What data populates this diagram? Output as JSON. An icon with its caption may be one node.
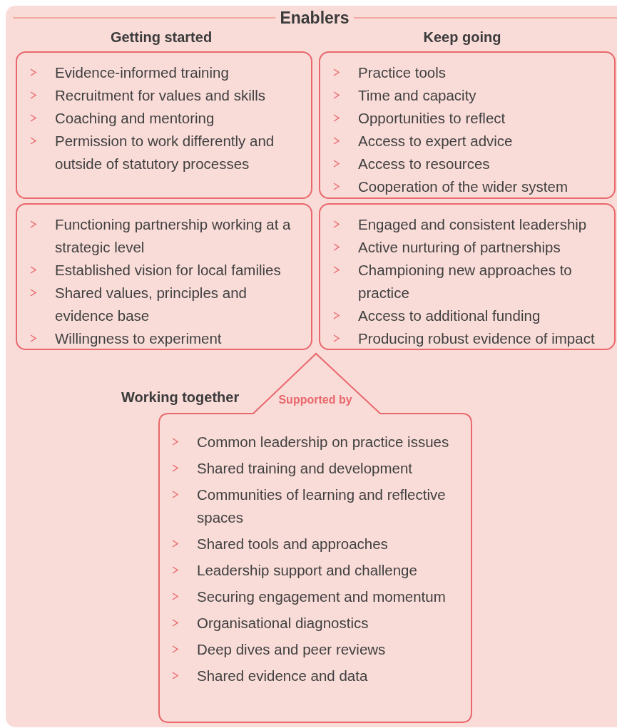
{
  "diagram": {
    "title": "Enablers",
    "nodes": [
      {
        "text": [
          "Evidence-informed training",
          "Recruitment for values and skills",
          "Coaching and mentoring",
          "Permission to work differently and outside of statutory processes"
        ]
      },
      {
        "text": [
          "Practice tools",
          "Time and capacity",
          "Opportunities to reflect",
          "Access to expert advice",
          "Access to resources",
          "Cooperation of the wider system"
        ]
      },
      {
        "text": [
          "Functioning partnership working at a strategic level",
          "Established vision for local families",
          "Shared values, principles and evidence base",
          "Willingness to experiment"
        ]
      },
      {
        "text": [
          "Engaged and consistent leadership",
          "Active nurturing of partnerships",
          "Championing new approaches to practice",
          "Access to additional funding",
          "Producing robust evidence of impact"
        ]
      },
      {
        "text": [
          "Supported by",
          "Common leadership on practice issues",
          "Shared training and development",
          "Communities of learning and reflective spaces",
          "Shared tools and approaches",
          "Leadership support and challenge",
          "Securing engagement and momentum",
          "Organisational diagnostics",
          "Deep dives and peer reviews",
          "Shared evidence and data"
        ]
      }
    ],
    "labels": [
      "Getting started",
      "Keep going",
      "Working together"
    ]
  }
}
